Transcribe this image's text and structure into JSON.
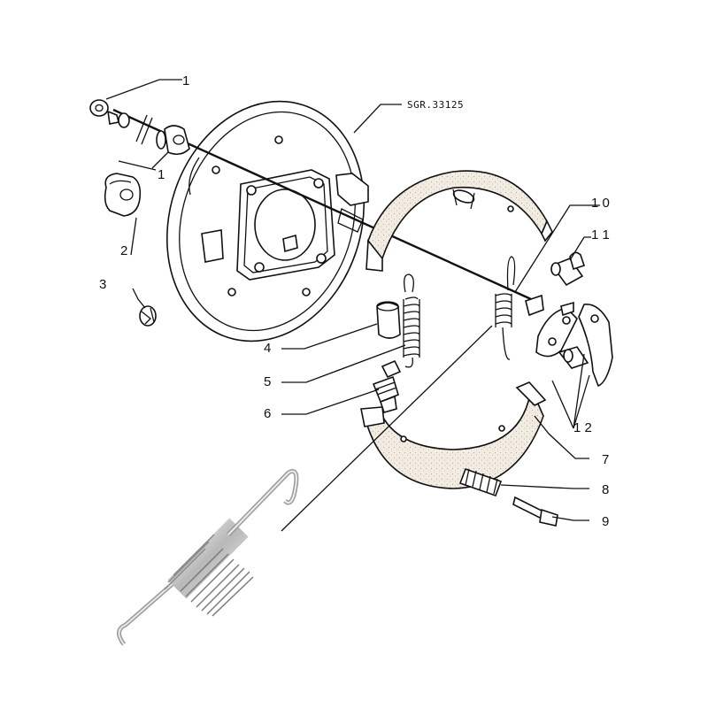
{
  "reference_code": "SGR.33125",
  "labels": {
    "l1": "1",
    "l1b": "1",
    "l2": "2",
    "l3": "3",
    "l4": "4",
    "l5": "5",
    "l6": "6",
    "l7": "7",
    "l8": "8",
    "l9": "9",
    "l10": "1 0",
    "l11": "1 1",
    "l12": "1 2"
  },
  "colors": {
    "line": "#111111",
    "lining": "#f0e9df",
    "spring_photo": "#c9c9c9"
  }
}
